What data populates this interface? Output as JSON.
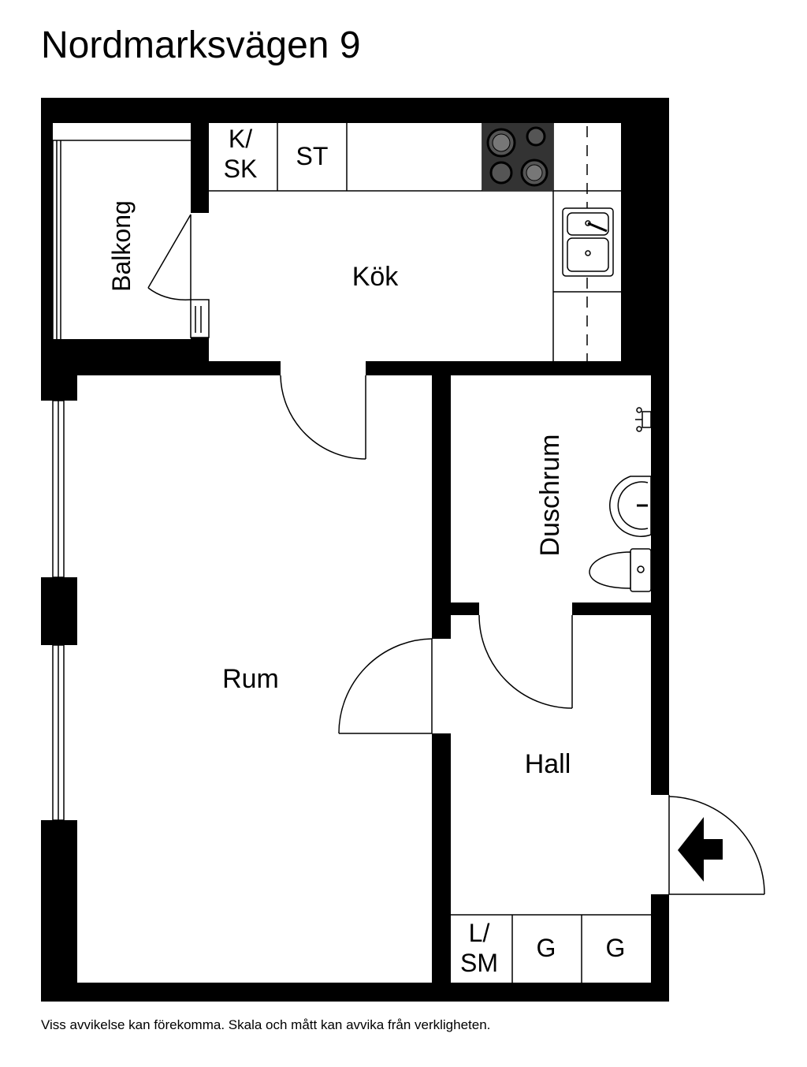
{
  "plan": {
    "title": "Nordmarksvägen 9",
    "disclaimer": "Viss avvikelse kan förekomma. Skala och mått kan avvika från verkligheten.",
    "rooms": {
      "balcony": "Balkong",
      "kitchen": "Kök",
      "room": "Rum",
      "shower": "Duschrum",
      "hall": "Hall"
    },
    "fixtures": {
      "fridge_freezer_line1": "K/",
      "fridge_freezer_line2": "SK",
      "dishwasher": "ST",
      "linen_line1": "L/",
      "linen_line2": "SM",
      "wardrobe_1": "G",
      "wardrobe_2": "G"
    },
    "icons": {
      "entrance": "entrance-arrow-icon",
      "stove": "stove-icon",
      "sink": "sink-icon",
      "washbasin": "washbasin-icon",
      "toilet": "toilet-icon",
      "shower_tap": "shower-tap-icon"
    },
    "colors": {
      "wall": "#000000",
      "stove": "#333333",
      "background": "#ffffff"
    }
  }
}
